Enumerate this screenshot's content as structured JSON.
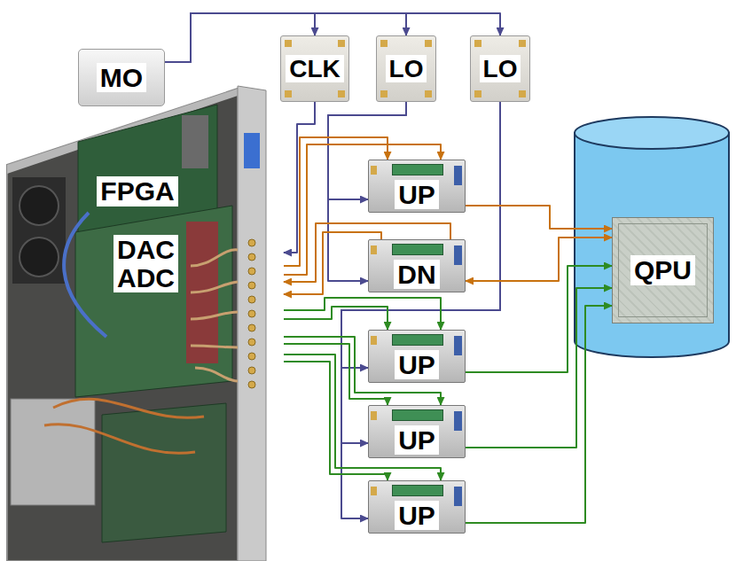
{
  "diagram": {
    "nodes": [
      {
        "text": [
          "MO"
        ]
      },
      {
        "text": [
          "CLK"
        ]
      },
      {
        "text": [
          "LO"
        ]
      },
      {
        "text": [
          "LO"
        ]
      },
      {
        "text": [
          "FPGA"
        ]
      },
      {
        "text": [
          "DAC ADC"
        ]
      },
      {
        "text": [
          "UP"
        ]
      },
      {
        "text": [
          "DN"
        ]
      },
      {
        "text": [
          "UP"
        ]
      },
      {
        "text": [
          "UP"
        ]
      },
      {
        "text": [
          "UP"
        ]
      },
      {
        "text": [
          "QPU"
        ]
      }
    ],
    "edges": [
      {
        "from": 0,
        "to": 1,
        "arrow": "to"
      },
      {
        "from": 0,
        "to": 2,
        "arrow": "to"
      },
      {
        "from": 0,
        "to": 3,
        "arrow": "to"
      },
      {
        "from": 1,
        "to": 5,
        "arrow": "to"
      },
      {
        "from": 2,
        "to": 6,
        "arrow": "to"
      },
      {
        "from": 2,
        "to": 7,
        "arrow": "to"
      },
      {
        "from": 3,
        "to": 8,
        "arrow": "to"
      },
      {
        "from": 3,
        "to": 9,
        "arrow": "to"
      },
      {
        "from": 3,
        "to": 10,
        "arrow": "to"
      },
      {
        "from": 5,
        "to": 6,
        "arrow": "to"
      },
      {
        "from": 5,
        "to": 6,
        "arrow": "to"
      },
      {
        "from": 6,
        "to": 11,
        "arrow": "to"
      },
      {
        "from": 11,
        "to": 7,
        "arrow": "both"
      },
      {
        "from": 7,
        "to": 5,
        "arrow": "to"
      },
      {
        "from": 7,
        "to": 5,
        "arrow": "to"
      },
      {
        "from": 5,
        "to": 8,
        "arrow": "to"
      },
      {
        "from": 5,
        "to": 8,
        "arrow": "to"
      },
      {
        "from": 5,
        "to": 9,
        "arrow": "to"
      },
      {
        "from": 5,
        "to": 9,
        "arrow": "to"
      },
      {
        "from": 5,
        "to": 10,
        "arrow": "to"
      },
      {
        "from": 5,
        "to": 10,
        "arrow": "to"
      },
      {
        "from": 8,
        "to": 11,
        "arrow": "to"
      },
      {
        "from": 9,
        "to": 11,
        "arrow": "to"
      },
      {
        "from": 10,
        "to": 11,
        "arrow": "to"
      }
    ]
  }
}
